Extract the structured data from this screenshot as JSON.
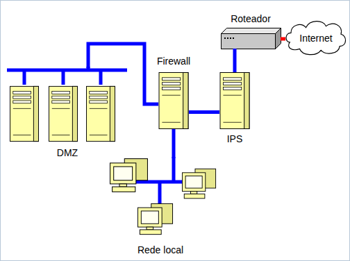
{
  "diagram": {
    "nodes": [
      {
        "text": [
          "Roteador"
        ]
      },
      {
        "text": [
          "Internet"
        ]
      },
      {
        "text": [
          "Firewall"
        ]
      },
      {
        "text": [
          "IPS"
        ]
      },
      {
        "text": [
          "DMZ"
        ]
      },
      {
        "text": [
          "Rede local"
        ]
      }
    ],
    "edges": [
      {
        "from": 0,
        "to": 1,
        "arrow": "none"
      },
      {
        "from": 0,
        "to": 3,
        "arrow": "none"
      },
      {
        "from": 2,
        "to": 3,
        "arrow": "none"
      },
      {
        "from": 2,
        "to": 4,
        "arrow": "none"
      },
      {
        "from": 2,
        "to": 5,
        "arrow": "none"
      }
    ]
  }
}
